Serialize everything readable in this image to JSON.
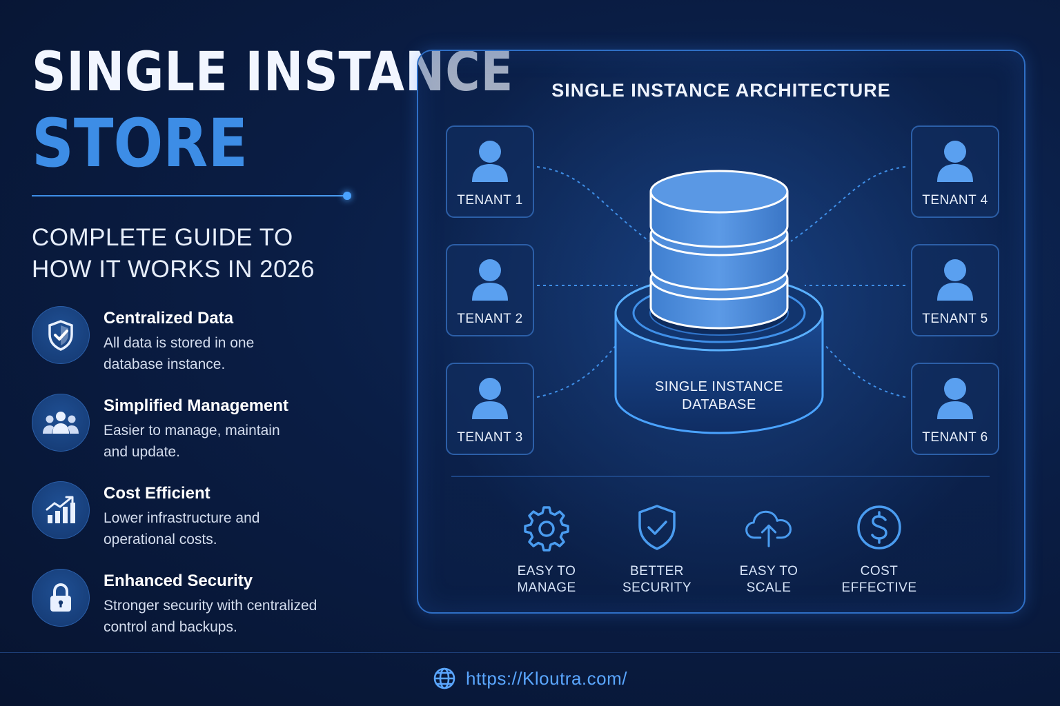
{
  "header": {
    "title_line1": "SINGLE INSTANCE",
    "title_line2": "STORE",
    "subtitle_line1": "COMPLETE GUIDE TO",
    "subtitle_line2": "HOW IT WORKS IN 2026"
  },
  "features": [
    {
      "icon": "shield-check-icon",
      "title": "Centralized Data",
      "line1": "All data is stored in one",
      "line2": "database instance."
    },
    {
      "icon": "users-icon",
      "title": "Simplified Management",
      "line1": "Easier to manage, maintain",
      "line2": "and update."
    },
    {
      "icon": "chart-growth-icon",
      "title": "Cost Efficient",
      "line1": "Lower infrastructure and",
      "line2": "operational costs."
    },
    {
      "icon": "lock-icon",
      "title": "Enhanced Security",
      "line1": "Stronger security with centralized",
      "line2": "control and backups."
    }
  ],
  "architecture": {
    "title": "SINGLE INSTANCE ARCHITECTURE",
    "database_line1": "SINGLE INSTANCE",
    "database_line2": "DATABASE",
    "tenants": [
      "TENANT 1",
      "TENANT 2",
      "TENANT 3",
      "TENANT 4",
      "TENANT 5",
      "TENANT 6"
    ]
  },
  "benefits": [
    {
      "icon": "gear-icon",
      "line1": "EASY TO",
      "line2": "MANAGE"
    },
    {
      "icon": "shield-check-icon",
      "line1": "BETTER",
      "line2": "SECURITY"
    },
    {
      "icon": "cloud-upload-icon",
      "line1": "EASY TO",
      "line2": "SCALE"
    },
    {
      "icon": "dollar-icon",
      "line1": "COST",
      "line2": "EFFECTIVE"
    }
  ],
  "footer": {
    "icon": "globe-icon",
    "url": "https://Kloutra.com/"
  },
  "colors": {
    "accent": "#3d8de6",
    "background": "#0a1d44",
    "panel_border": "#2f6fc6"
  }
}
